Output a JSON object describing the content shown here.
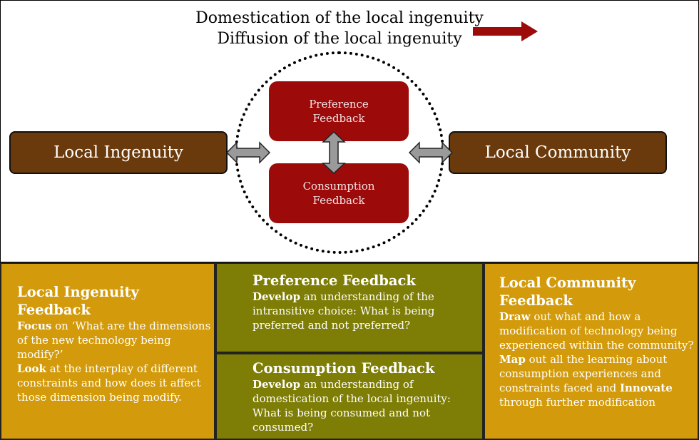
{
  "title": {
    "line1": "Domestication of the local ingenuity",
    "line2": "Diffusion of the local ingenuity"
  },
  "colors": {
    "brown": "#6b3a0c",
    "red": "#9c0a0a",
    "gold": "#d39b0b",
    "olive": "#7e7d06",
    "arrow_gray": "#9a9a9a"
  },
  "diagram": {
    "left_box": "Local Ingenuity",
    "right_box": "Local Community",
    "preference_box": {
      "line1": "Preference",
      "line2": "Feedback"
    },
    "consumption_box": {
      "line1": "Consumption",
      "line2": "Feedback"
    }
  },
  "panels": {
    "left": {
      "heading": "Local Ingenuity Feedback",
      "p1_bold": "Focus",
      "p1_text": " on ‘What are the dimensions of the new technology being modify?’",
      "p2_bold": "Look",
      "p2_text": " at the interplay of different constraints and how does it affect those dimension being modify."
    },
    "mid_top": {
      "heading": "Preference Feedback",
      "bold": "Develop",
      "text": " an understanding of the intransitive choice: What is being preferred and not preferred?"
    },
    "mid_bottom": {
      "heading": "Consumption Feedback",
      "bold": "Develop",
      "text": " an understanding of domestication of the local ingenuity: What is being consumed and not consumed?"
    },
    "right": {
      "heading": "Local Community Feedback",
      "p1_bold": "Draw",
      "p1_text": " out what and how a modification of technology being experienced within the community?",
      "p2_bold": "Map",
      "p2_text": " out all the learning about consumption experiences and constraints faced and ",
      "p2_bold2": "Innovate",
      "p2_text2": " through further modification"
    }
  }
}
